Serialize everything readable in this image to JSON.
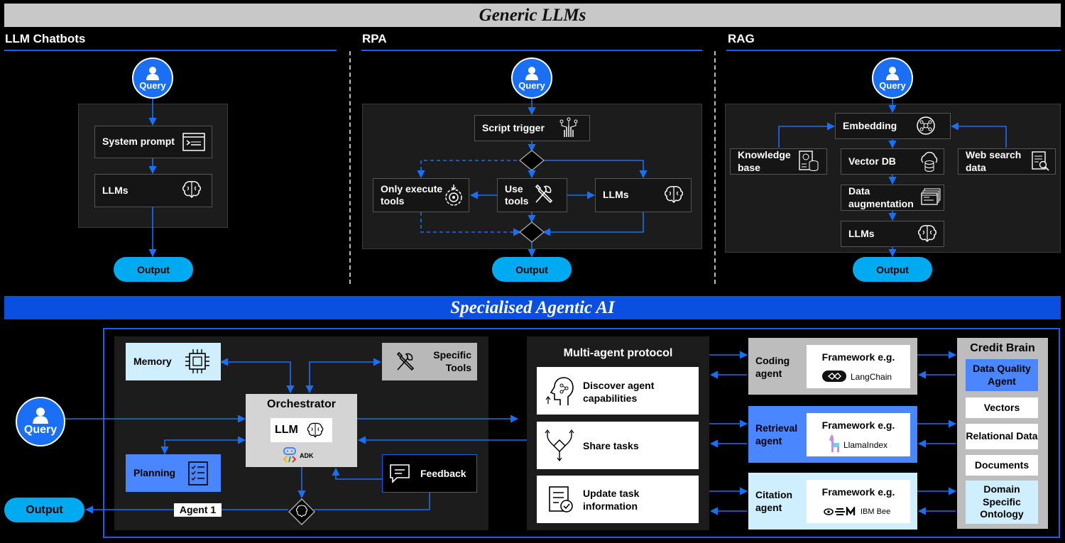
{
  "banners": {
    "generic": "Generic LLMs",
    "agentic": "Specialised Agentic AI"
  },
  "chatbots": {
    "title": "LLM Chatbots",
    "query": "Query",
    "system_prompt": "System prompt",
    "llms": "LLMs",
    "output": "Output"
  },
  "rpa": {
    "title": "RPA",
    "query": "Query",
    "script_trigger": "Script trigger",
    "only_execute": "Only execute tools",
    "use_tools": "Use tools",
    "llms": "LLMs",
    "output": "Output"
  },
  "rag": {
    "title": "RAG",
    "query": "Query",
    "embedding": "Embedding",
    "knowledge_base": "Knowledge base",
    "vector_db": "Vector DB",
    "web_search": "Web search data",
    "data_augmentation": "Data augmentation",
    "llms": "LLMs",
    "output": "Output"
  },
  "agentic": {
    "query": "Query",
    "output": "Output",
    "memory": "Memory",
    "specific_tools": "Specific Tools",
    "orchestrator": "Orchestrator",
    "llm": "LLM",
    "adk": "ADK",
    "planning": "Planning",
    "feedback": "Feedback",
    "agent1": "Agent 1",
    "protocol": {
      "title": "Multi-agent protocol",
      "items": [
        "Discover agent capabilities",
        "Share tasks",
        "Update task information"
      ]
    },
    "agents": [
      {
        "name": "Coding agent",
        "framework": "Framework e.g.",
        "tool": "LangChain"
      },
      {
        "name": "Retrieval agent",
        "framework": "Framework e.g.",
        "tool": "LlamaIndex"
      },
      {
        "name": "Citation agent",
        "framework": "Framework e.g.",
        "tool": "IBM Bee"
      }
    ],
    "credit_brain": {
      "title": "Credit Brain",
      "items": [
        "Data Quality Agent",
        "Vectors",
        "Relational Data",
        "Documents",
        "Domain Specific Ontology"
      ]
    }
  },
  "colors": {
    "accent": "#1a6ff5",
    "output": "#00aaf0",
    "light_blue": "#cfefff",
    "mid_blue": "#4a86ff"
  }
}
